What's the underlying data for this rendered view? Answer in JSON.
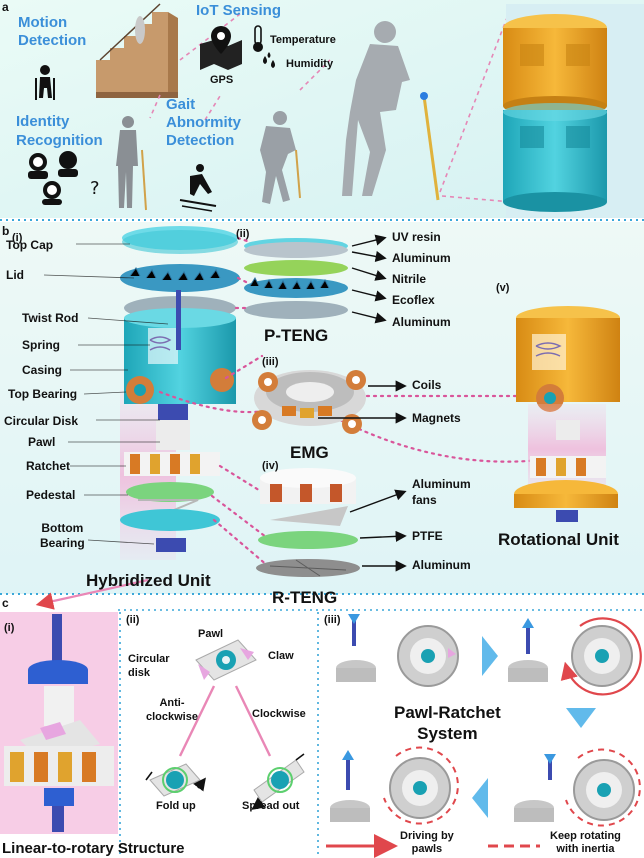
{
  "panels": {
    "a": "a",
    "b": "b",
    "c": "c"
  },
  "section_a": {
    "motion": "Motion\nDetection",
    "iot": "IoT Sensing",
    "temperature": "Temperature",
    "gps": "GPS",
    "humidity": "Humidity",
    "identity": "Identity\nRecognition",
    "gait": "Gait\nAbnormity\nDetection"
  },
  "section_b": {
    "sub_i": "(i)",
    "sub_ii": "(ii)",
    "sub_iii": "(iii)",
    "sub_iv": "(iv)",
    "sub_v": "(v)",
    "parts": [
      "Top Cap",
      "Lid",
      "Twist Rod",
      "Spring",
      "Casing",
      "Top Bearing",
      "Circular Disk",
      "Pawl",
      "Ratchet",
      "Pedestal",
      "Bottom\nBearing"
    ],
    "pteng_layers": [
      "UV resin",
      "Aluminum",
      "Nitrile",
      "Ecoflex",
      "Aluminum"
    ],
    "pteng_title": "P-TENG",
    "emg_labels": [
      "Coils",
      "Magnets"
    ],
    "emg_title": "EMG",
    "rteng_labels": [
      "Aluminum\nfans",
      "PTFE",
      "Aluminum"
    ],
    "rteng_title": "R-TENG",
    "hybrid_title": "Hybridized Unit",
    "rotational_title": "Rotational Unit"
  },
  "section_c": {
    "sub_i": "(i)",
    "sub_ii": "(ii)",
    "sub_iii": "(iii)",
    "pawl": "Pawl",
    "claw": "Claw",
    "circular_disk": "Circular\ndisk",
    "anticlockwise": "Anti-\nclockwise",
    "clockwise": "Clockwise",
    "fold_up": "Fold up",
    "spread_out": "Spread out",
    "system_title": "Pawl-Ratchet\nSystem",
    "legend_solid": "Driving by\npawls",
    "legend_dashed": "Keep rotating\nwith inertia",
    "linear_title": "Linear-to-rotary Structure"
  },
  "colors": {
    "accent": "#3b8fd9",
    "pink": "#d9559a",
    "gold": "#f2ac2e",
    "cyan": "#3fc6d6",
    "teal_bg": "#d6f4f1"
  }
}
